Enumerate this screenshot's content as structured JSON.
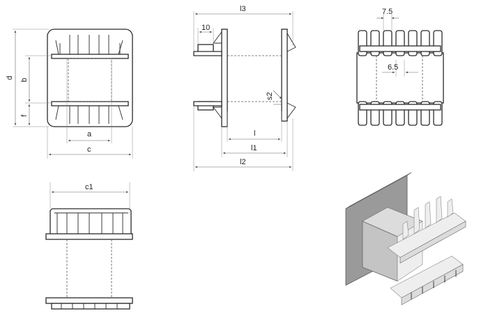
{
  "dimensions": {
    "d": "d",
    "b": "b",
    "f": "f",
    "a": "a",
    "c": "c",
    "l3": "l3",
    "ten": "10",
    "s2": "s2",
    "l": "l",
    "l1": "l1",
    "l2": "l2",
    "pitch": "7.5",
    "gap": "6.5",
    "c1": "c1"
  },
  "colors": {
    "line": "#2a2a2a",
    "dimension": "#666666",
    "shade_dark": "#9a9a9a",
    "shade_mid": "#c4c4c4",
    "shade_light": "#eeeeee"
  }
}
